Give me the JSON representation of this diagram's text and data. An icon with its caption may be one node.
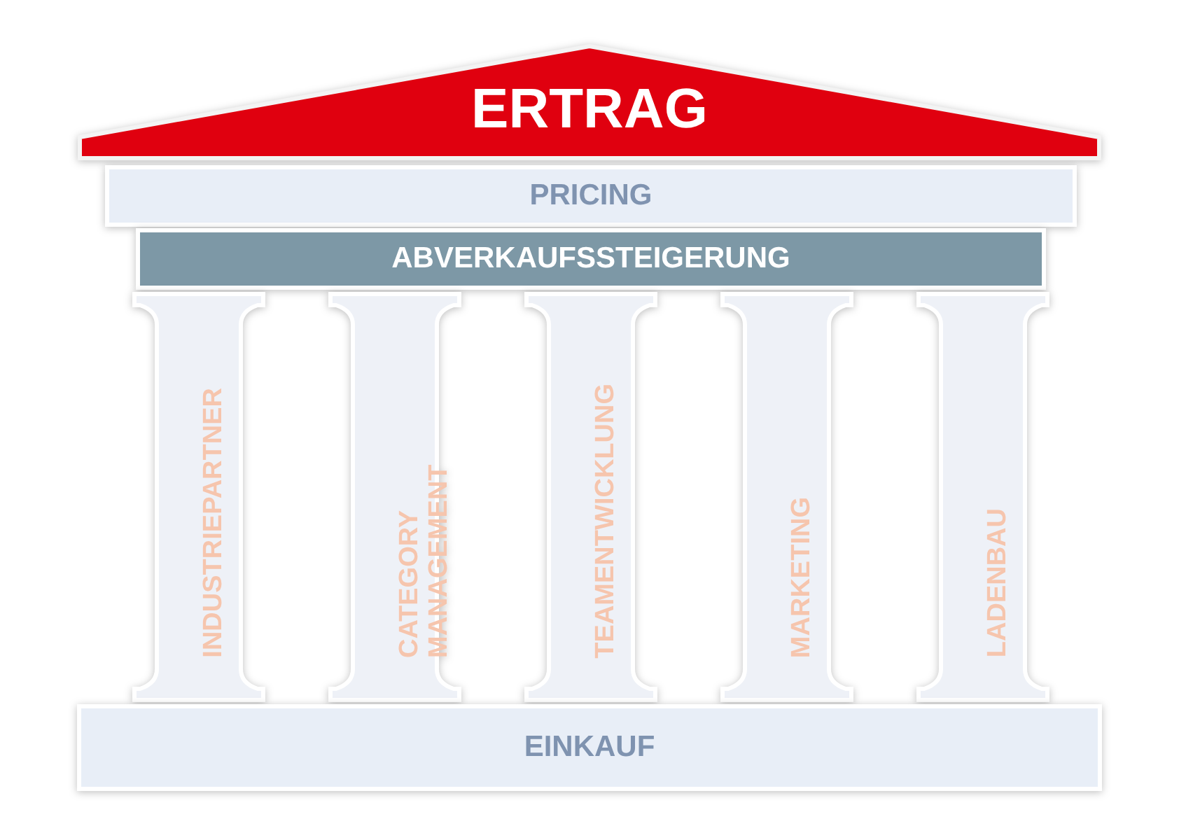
{
  "diagram": {
    "nodes": [
      {
        "text": [
          "ERTRAG"
        ]
      },
      {
        "text": [
          "PRICING"
        ]
      },
      {
        "text": [
          "ABVERKAUFSSTEIGERUNG"
        ]
      },
      {
        "text": [
          "INDUSTRIEPARTNER"
        ]
      },
      {
        "text": [
          "CATEGORY MANAGEMENT"
        ]
      },
      {
        "text": [
          "TEAMENTWICKLUNG"
        ]
      },
      {
        "text": [
          "MARKETING"
        ]
      },
      {
        "text": [
          "LADENBAU"
        ]
      },
      {
        "text": [
          "EINKAUF"
        ]
      }
    ]
  }
}
